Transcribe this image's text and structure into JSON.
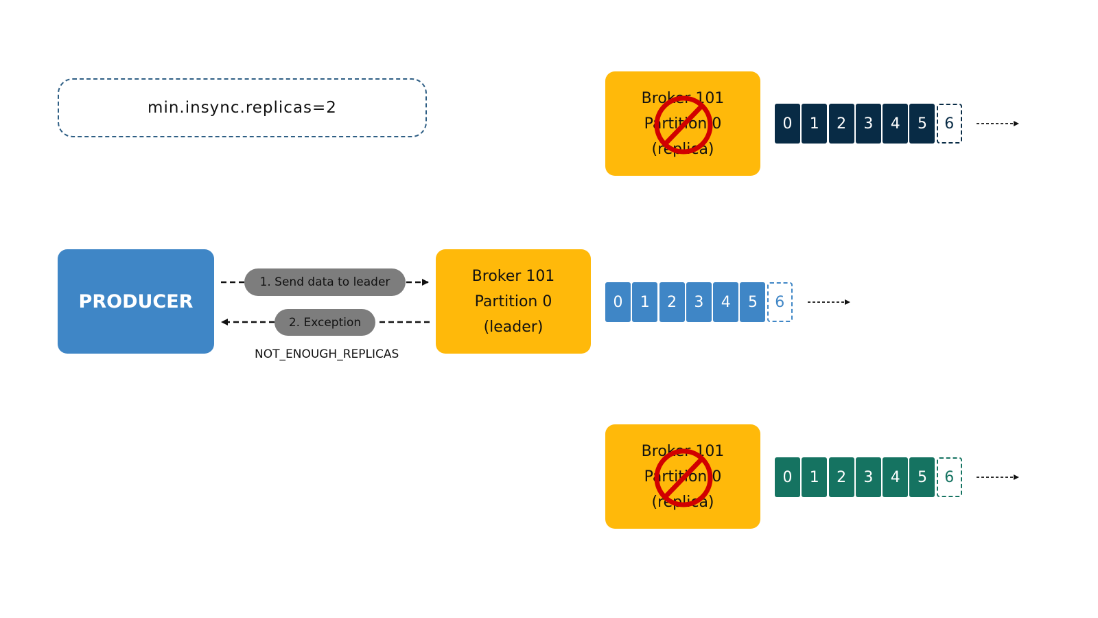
{
  "config": {
    "text": "min.insync.replicas=2"
  },
  "producer": {
    "label": "PRODUCER"
  },
  "arrows": {
    "send_label": "1. Send data to leader",
    "exception_label": "2. Exception",
    "error_code": "NOT_ENOUGH_REPLICAS"
  },
  "brokers": {
    "top": {
      "line1": "Broker 101",
      "line2": "Partition 0",
      "line3": "(replica)",
      "status": "down"
    },
    "leader": {
      "line1": "Broker 101",
      "line2": "Partition 0",
      "line3": "(leader)",
      "status": "up"
    },
    "bottom": {
      "line1": "Broker 101",
      "line2": "Partition 0",
      "line3": "(replica)",
      "status": "down"
    }
  },
  "logs": {
    "top": {
      "committed": [
        "0",
        "1",
        "2",
        "3",
        "4",
        "5"
      ],
      "pending": "6",
      "color": "#082b45"
    },
    "leader": {
      "committed": [
        "0",
        "1",
        "2",
        "3",
        "4",
        "5"
      ],
      "pending": "6",
      "color": "#3f86c6"
    },
    "bottom": {
      "committed": [
        "0",
        "1",
        "2",
        "3",
        "4",
        "5"
      ],
      "pending": "6",
      "color": "#157361"
    }
  },
  "colors": {
    "broker": "#ffb90a",
    "producer": "#3f86c6",
    "pill": "#7d7d7d",
    "down_symbol": "#d10000"
  }
}
